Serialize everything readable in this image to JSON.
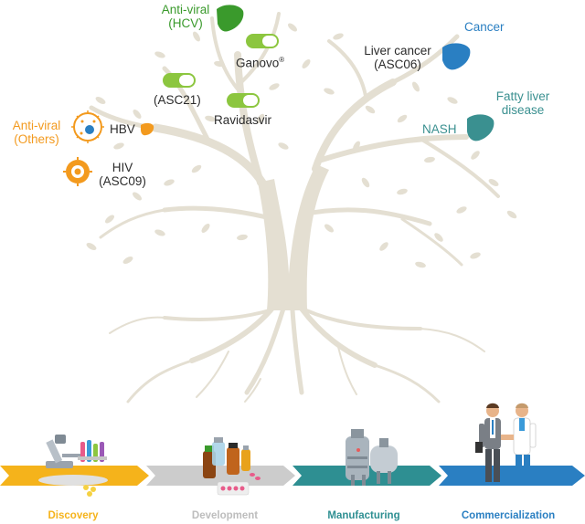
{
  "labels": {
    "antiviral_hcv": [
      "Anti-viral",
      "(HCV)"
    ],
    "ganovo": "Ganovo",
    "ganovo_mark": "®",
    "asc21": "(ASC21)",
    "ravidasvir": "Ravidasvir",
    "liver_cancer": [
      "Liver cancer",
      "(ASC06)"
    ],
    "cancer": "Cancer",
    "fatty_liver": [
      "Fatty liver",
      "disease"
    ],
    "nash": "NASH",
    "antiviral_others": [
      "Anti-viral",
      "(Others)"
    ],
    "hbv": "HBV",
    "hiv": [
      "HIV",
      "(ASC09)"
    ]
  },
  "stages": [
    "Discovery",
    "Development",
    "Manufacturing",
    "Commercialization"
  ],
  "colors": {
    "tree": "#e4dfd2",
    "green": "#8cc63f",
    "dark_green": "#3a9a2c",
    "orange": "#f39a1e",
    "blue": "#2a7fc2",
    "teal": "#3a9090",
    "discovery": "#f5b31b",
    "development": "#cccccc",
    "manufacturing": "#2e8f92",
    "commercialization": "#2a7fc2"
  }
}
